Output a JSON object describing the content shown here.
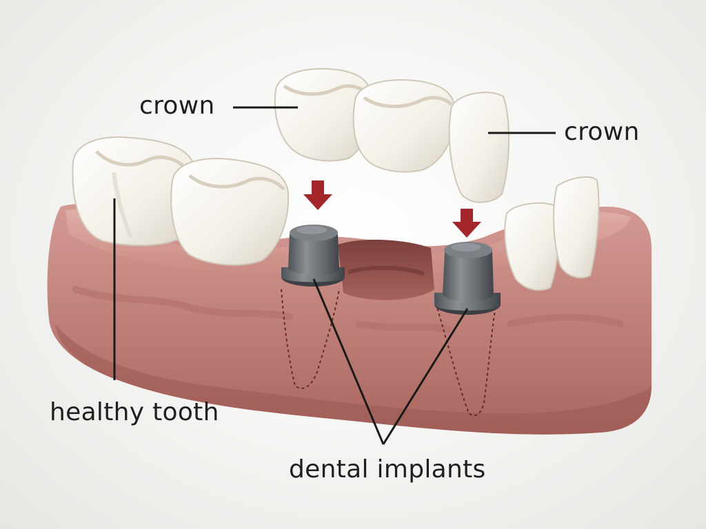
{
  "labels": {
    "crown_left": "crown",
    "crown_right": "crown",
    "healthy_tooth": "healthy tooth",
    "dental_implants": "dental implants"
  },
  "colors": {
    "gum": "#c0807a",
    "gum_dark": "#8a4d4a",
    "gum_light": "#d49a93",
    "tooth": "#f4f1ea",
    "tooth_shade": "#dcd5c8",
    "implant": "#6f7479",
    "implant_dark": "#44484c",
    "arrow": "#a3262b",
    "leader_line": "#1a1a1a"
  }
}
